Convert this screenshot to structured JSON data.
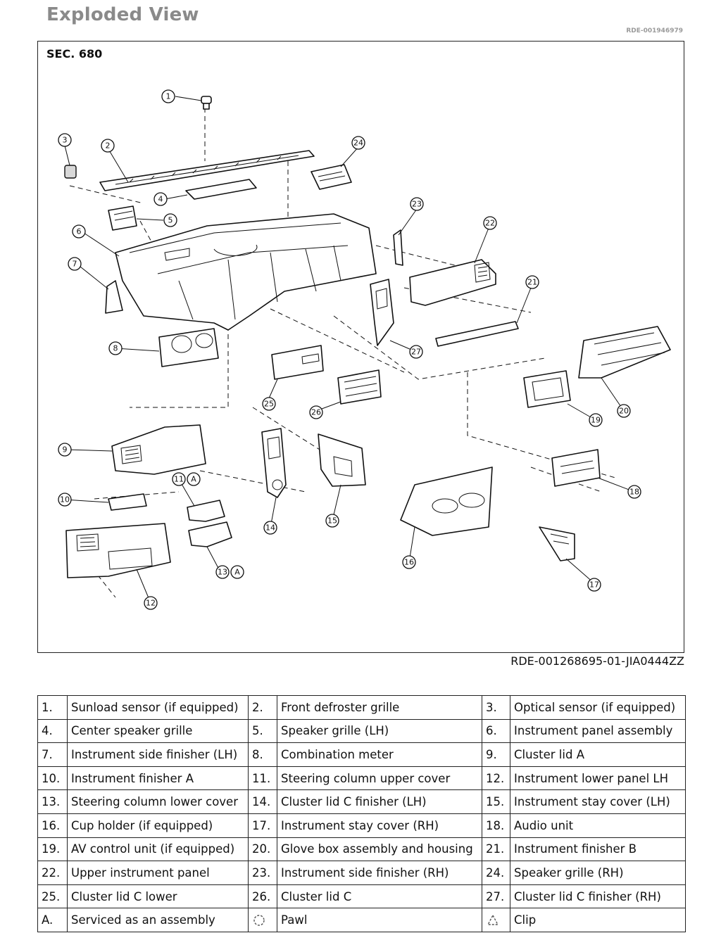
{
  "header": {
    "title": "Exploded View",
    "doc_id": "RDE-001946979"
  },
  "figure": {
    "section": "SEC. 680",
    "figure_code": "RDE-001268695-01-JIA0444ZZ",
    "callouts": [
      "1",
      "2",
      "3",
      "4",
      "5",
      "6",
      "7",
      "8",
      "9",
      "10",
      "11",
      "12",
      "13",
      "14",
      "15",
      "16",
      "17",
      "18",
      "19",
      "20",
      "21",
      "22",
      "23",
      "24",
      "25",
      "26",
      "27",
      "A"
    ]
  },
  "legend": {
    "rows": [
      [
        {
          "num": "1.",
          "label": "Sunload sensor (if equipped)"
        },
        {
          "num": "2.",
          "label": "Front defroster grille"
        },
        {
          "num": "3.",
          "label": "Optical sensor (if equipped)"
        }
      ],
      [
        {
          "num": "4.",
          "label": "Center speaker grille"
        },
        {
          "num": "5.",
          "label": "Speaker grille (LH)"
        },
        {
          "num": "6.",
          "label": "Instrument panel assembly"
        }
      ],
      [
        {
          "num": "7.",
          "label": "Instrument side finisher (LH)"
        },
        {
          "num": "8.",
          "label": "Combination meter"
        },
        {
          "num": "9.",
          "label": "Cluster lid A"
        }
      ],
      [
        {
          "num": "10.",
          "label": "Instrument finisher A"
        },
        {
          "num": "11.",
          "label": "Steering column upper cover"
        },
        {
          "num": "12.",
          "label": "Instrument lower panel LH"
        }
      ],
      [
        {
          "num": "13.",
          "label": "Steering column lower cover"
        },
        {
          "num": "14.",
          "label": "Cluster lid C finisher (LH)"
        },
        {
          "num": "15.",
          "label": "Instrument stay cover (LH)"
        }
      ],
      [
        {
          "num": "16.",
          "label": "Cup holder (if equipped)"
        },
        {
          "num": "17.",
          "label": "Instrument stay cover (RH)"
        },
        {
          "num": "18.",
          "label": "Audio unit"
        }
      ],
      [
        {
          "num": "19.",
          "label": "AV control unit (if equipped)"
        },
        {
          "num": "20.",
          "label": "Glove box assembly and housing"
        },
        {
          "num": "21.",
          "label": "Instrument finisher B"
        }
      ],
      [
        {
          "num": "22.",
          "label": "Upper instrument panel"
        },
        {
          "num": "23.",
          "label": "Instrument side finisher (RH)"
        },
        {
          "num": "24.",
          "label": "Speaker grille (RH)"
        }
      ],
      [
        {
          "num": "25.",
          "label": "Cluster lid C lower"
        },
        {
          "num": "26.",
          "label": "Cluster lid C"
        },
        {
          "num": "27.",
          "label": "Cluster lid C finisher (RH)"
        }
      ],
      [
        {
          "num": "A.",
          "label": "Serviced as an assembly"
        },
        {
          "num": "",
          "icon": "pawl-symbol-icon",
          "label": "Pawl"
        },
        {
          "num": "",
          "icon": "clip-symbol-icon",
          "label": "Clip"
        }
      ]
    ]
  }
}
